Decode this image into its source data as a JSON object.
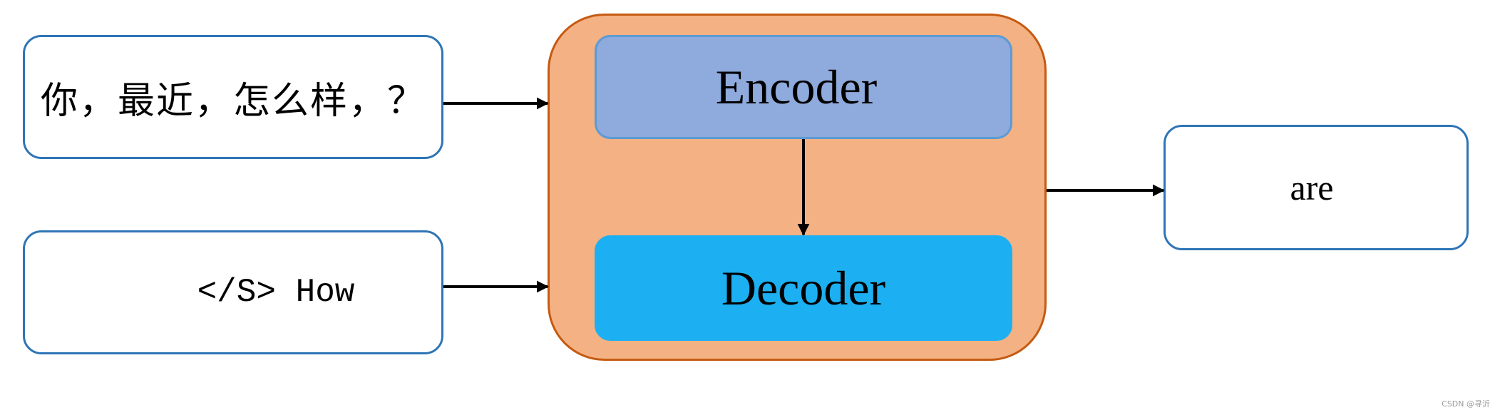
{
  "diagram": {
    "input_top": "你，最近，怎么样，？",
    "input_bottom": "</S> How",
    "encoder": "Encoder",
    "decoder": "Decoder",
    "output": "are"
  },
  "watermark": "CSDN @寻沂",
  "colors": {
    "io_border": "#2e75b6",
    "model_fill": "#f4b183",
    "model_border": "#c55a11",
    "encoder_fill": "#8faadc",
    "decoder_fill": "#1cb0f2",
    "arrow": "#000000"
  }
}
